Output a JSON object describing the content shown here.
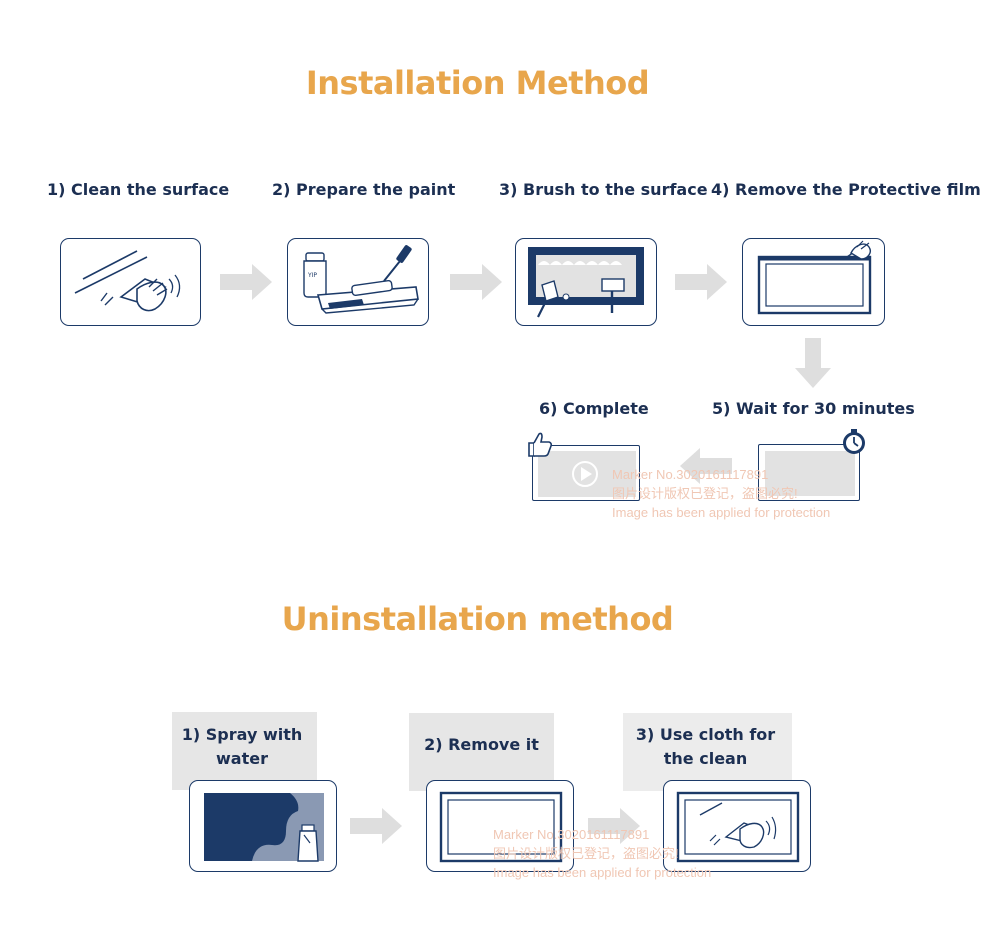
{
  "installation": {
    "title": "Installation Method",
    "steps": [
      {
        "label": "1) Clean the surface",
        "icon": "wipe-surface-icon"
      },
      {
        "label": "2) Prepare the paint",
        "icon": "paint-tray-icon"
      },
      {
        "label": "3) Brush to the surface",
        "icon": "brush-surface-icon"
      },
      {
        "label": "4) Remove the Protective film",
        "icon": "peel-film-icon"
      },
      {
        "label": "5) Wait for 30 minutes",
        "icon": "stopwatch-icon"
      },
      {
        "label": "6) Complete",
        "icon": "thumbs-up-play-icon"
      }
    ]
  },
  "uninstallation": {
    "title": "Uninstallation method",
    "steps": [
      {
        "line1": "1) Spray with",
        "line2": "water",
        "icon": "spray-bottle-icon"
      },
      {
        "line1": "2) Remove it",
        "line2": "",
        "icon": "frame-icon"
      },
      {
        "line1": "3)  Use cloth for",
        "line2": "the clean",
        "icon": "cloth-wipe-icon"
      }
    ]
  },
  "watermark": {
    "line1": "Marker No.3020161117891",
    "line2": "图片设计版权已登记，盗图必究!",
    "line3": "Image has been applied for protection"
  },
  "colors": {
    "accent": "#e8a64c",
    "navy": "#1c3a68",
    "arrow": "#dedede",
    "card_gray": "#e2e2e2"
  }
}
